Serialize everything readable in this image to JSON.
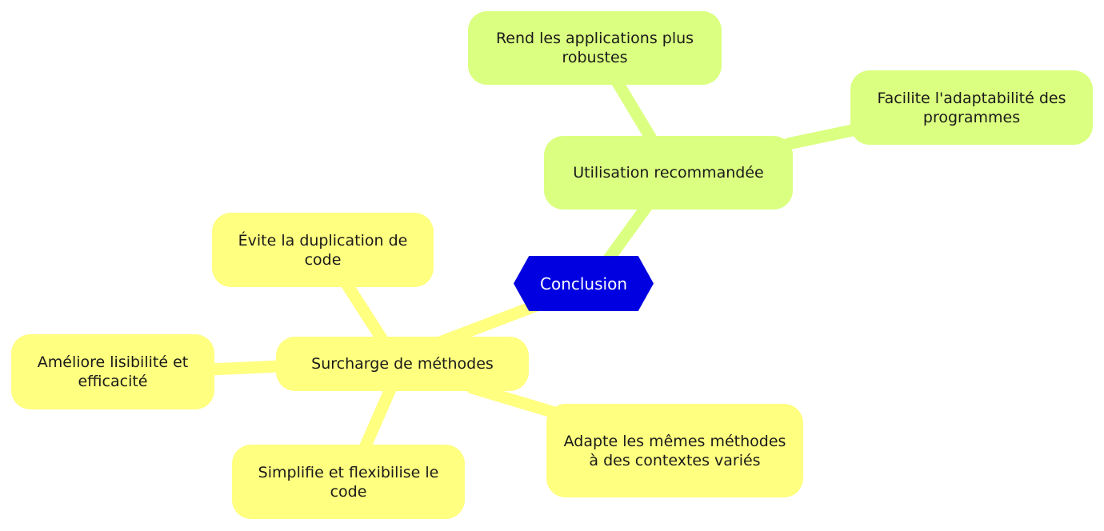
{
  "root": {
    "label": "Conclusion"
  },
  "branches": [
    {
      "label": "Utilisation recommandée",
      "children": [
        {
          "label": "Rend les applications plus robustes"
        },
        {
          "label": "Facilite l'adaptabilité des programmes"
        }
      ]
    },
    {
      "label": "Surcharge de méthodes",
      "children": [
        {
          "label": "Évite la duplication de code"
        },
        {
          "label": "Améliore lisibilité et efficacité"
        },
        {
          "label": "Simplifie et flexibilise le code"
        },
        {
          "label": "Adapte les mêmes méthodes à des contextes variés"
        }
      ]
    }
  ],
  "colors": {
    "root": "#0000e0",
    "branch_green": "#dbff80",
    "branch_yellow": "#ffff80",
    "root_text": "#ffffff",
    "node_text": "#1a1a1a"
  }
}
